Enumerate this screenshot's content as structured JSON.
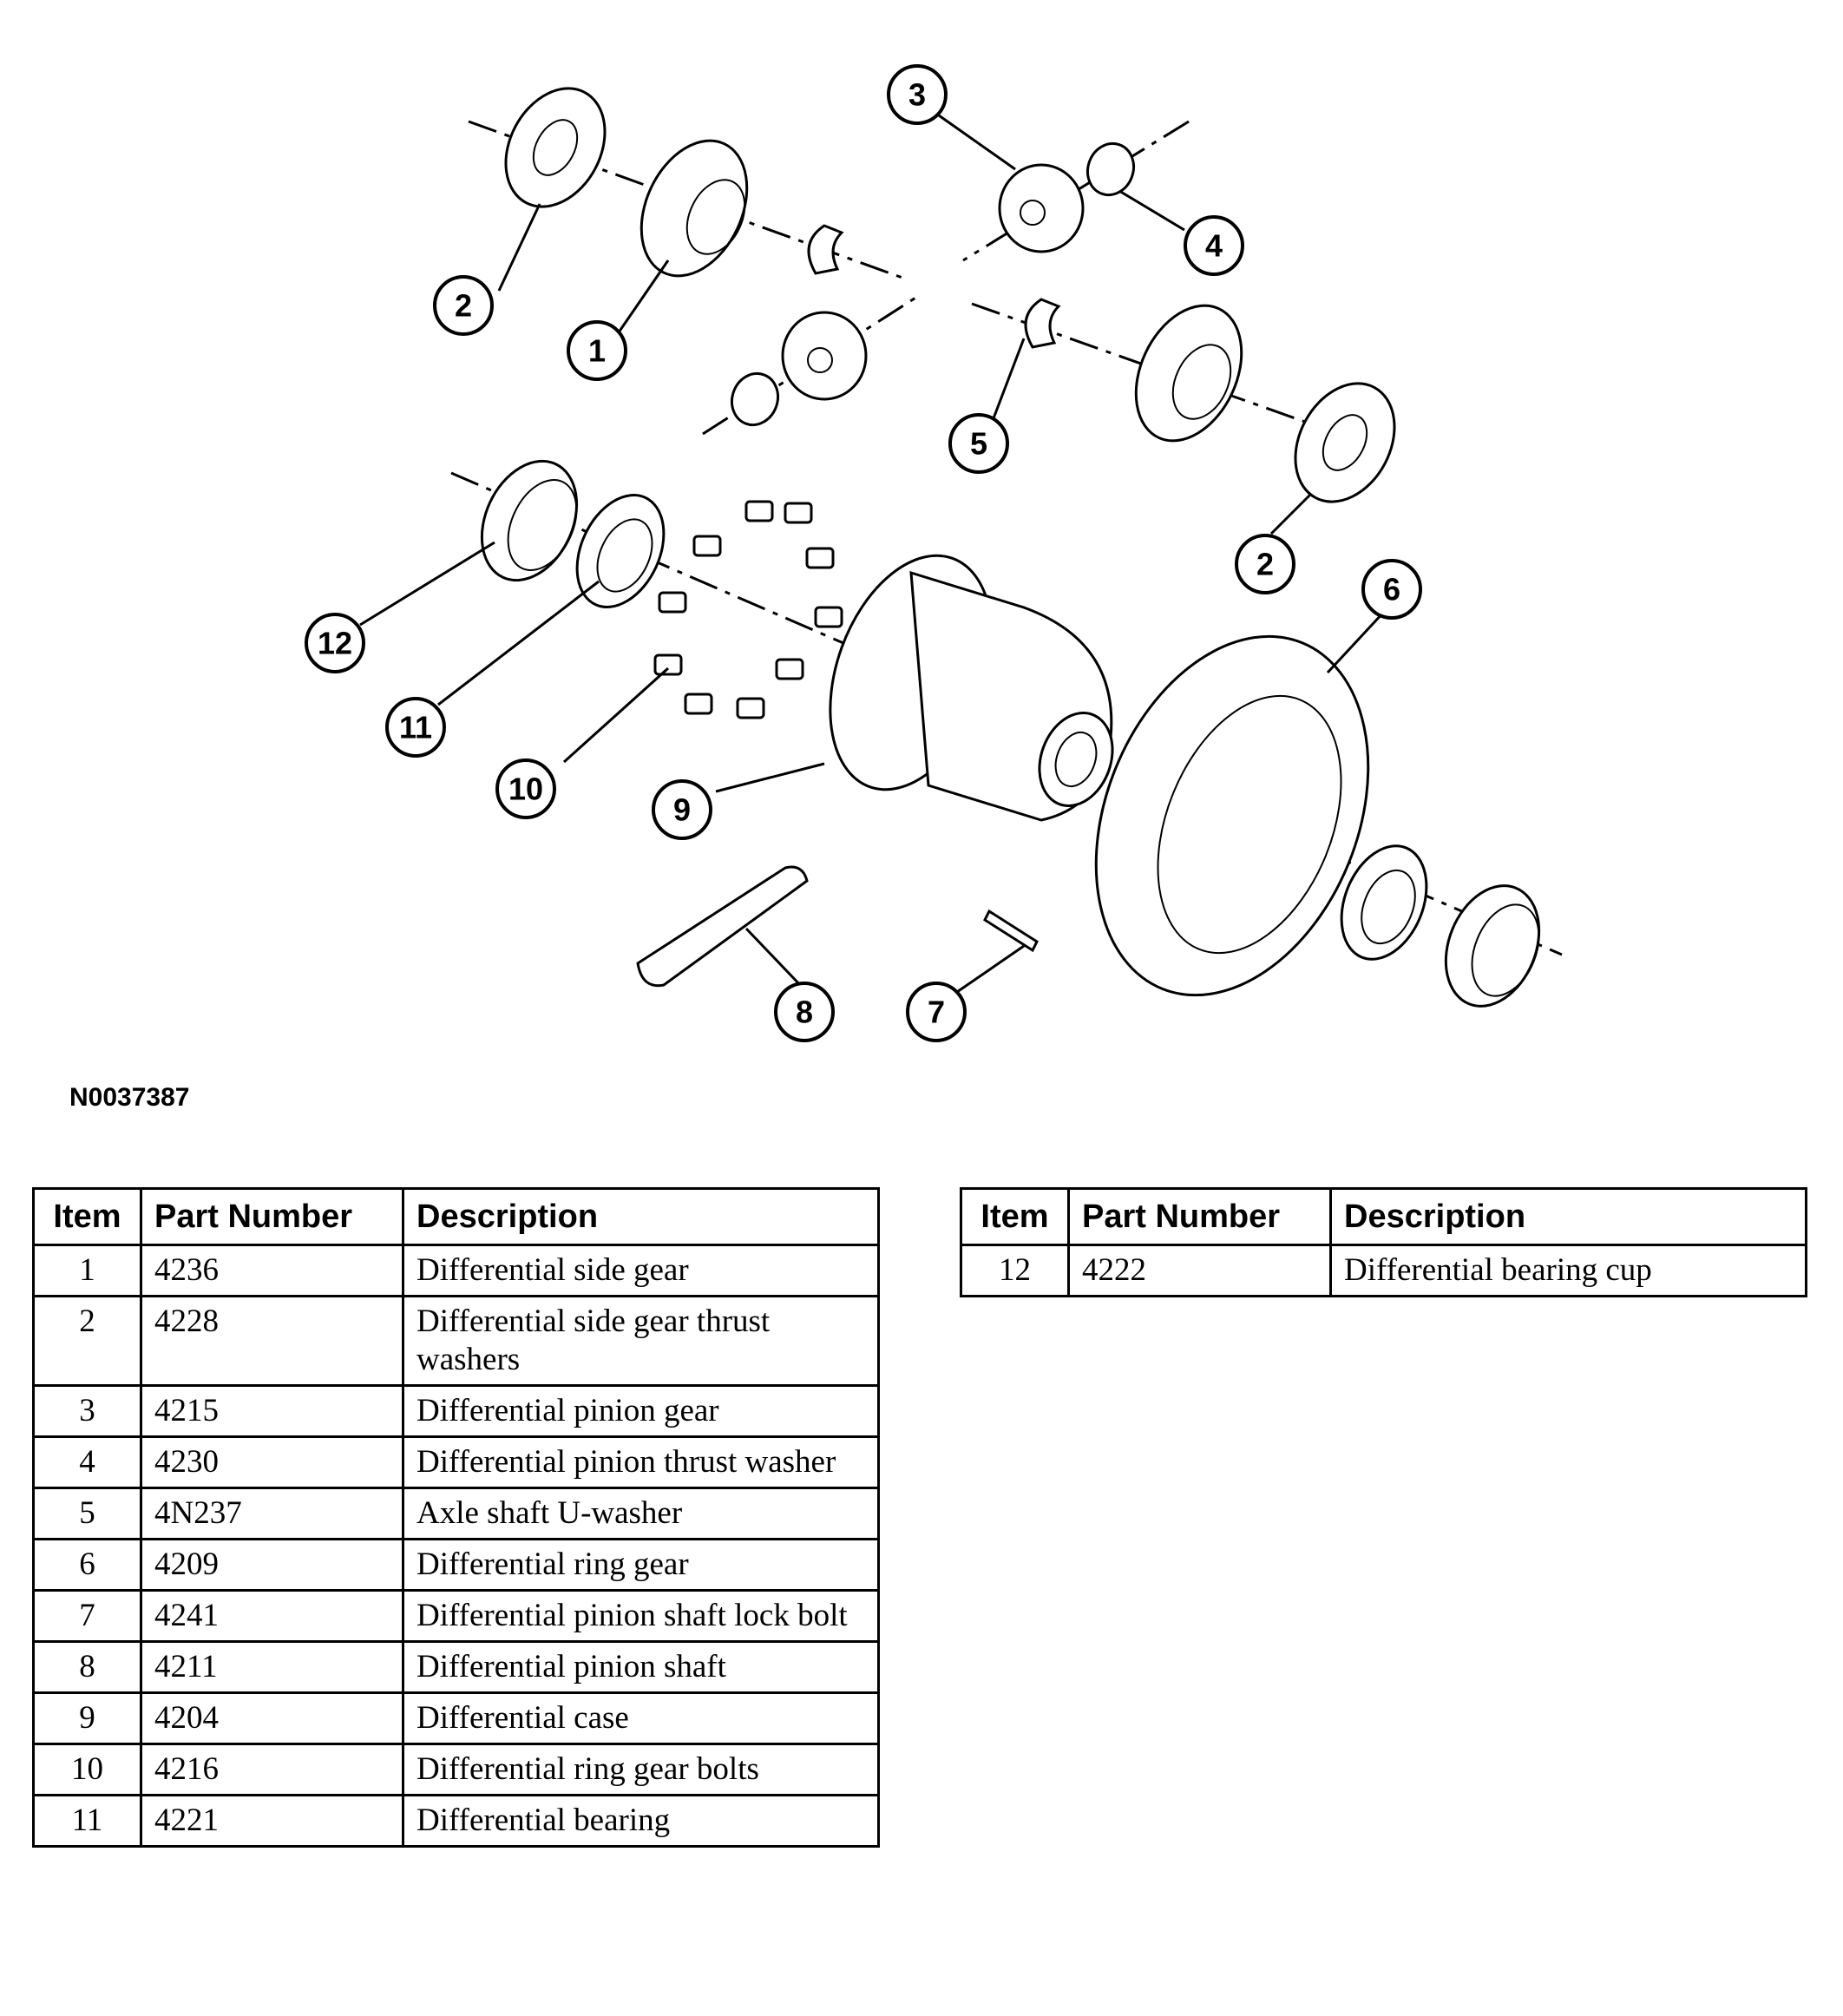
{
  "figure_code": "N0037387",
  "callouts": [
    "1",
    "2",
    "3",
    "4",
    "5",
    "6",
    "7",
    "8",
    "9",
    "10",
    "11",
    "12",
    "2"
  ],
  "table_headers": {
    "item": "Item",
    "part_number": "Part Number",
    "description": "Description"
  },
  "tables": {
    "left": [
      {
        "item": "1",
        "part_number": "4236",
        "description": "Differential side gear"
      },
      {
        "item": "2",
        "part_number": "4228",
        "description": "Differential side gear thrust washers"
      },
      {
        "item": "3",
        "part_number": "4215",
        "description": "Differential pinion gear"
      },
      {
        "item": "4",
        "part_number": "4230",
        "description": "Differential pinion thrust washer"
      },
      {
        "item": "5",
        "part_number": "4N237",
        "description": "Axle shaft U-washer"
      },
      {
        "item": "6",
        "part_number": "4209",
        "description": "Differential ring gear"
      },
      {
        "item": "7",
        "part_number": "4241",
        "description": "Differential pinion shaft lock bolt"
      },
      {
        "item": "8",
        "part_number": "4211",
        "description": "Differential pinion shaft"
      },
      {
        "item": "9",
        "part_number": "4204",
        "description": "Differential case"
      },
      {
        "item": "10",
        "part_number": "4216",
        "description": "Differential ring gear bolts"
      },
      {
        "item": "11",
        "part_number": "4221",
        "description": "Differential bearing"
      }
    ],
    "right": [
      {
        "item": "12",
        "part_number": "4222",
        "description": "Differential bearing cup"
      }
    ]
  }
}
